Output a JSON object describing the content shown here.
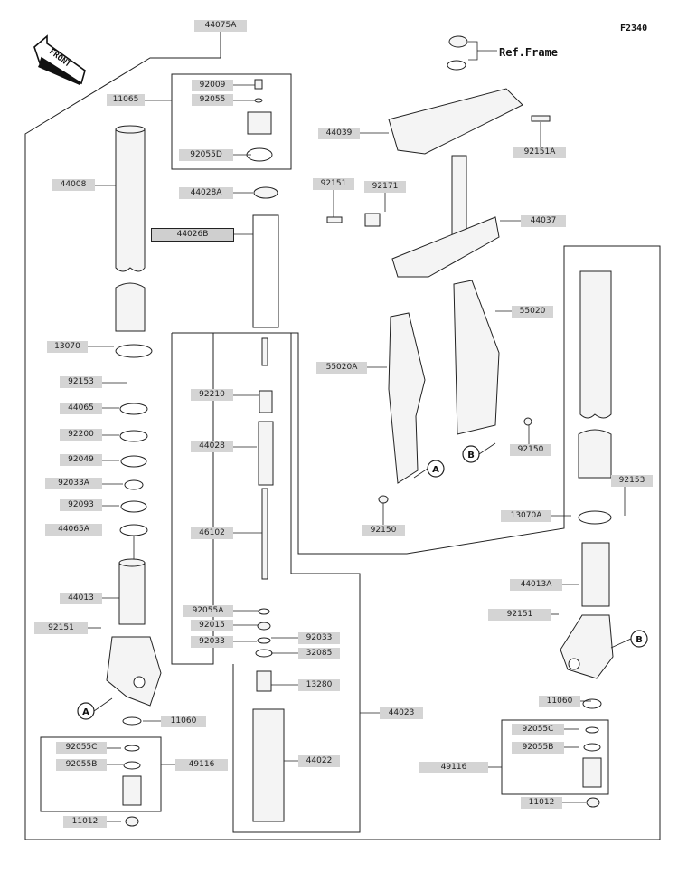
{
  "diagram_code": "F2340",
  "ref_frame": "Ref.Frame",
  "front_label": "FRONT",
  "markers": {
    "a": "A",
    "b": "B"
  },
  "parts": {
    "p44075A": "44075A",
    "p11065": "11065",
    "p92009": "92009",
    "p92055": "92055",
    "p92055D": "92055D",
    "p44008": "44008",
    "p44028A": "44028A",
    "p44026B": "44026B",
    "p13070": "13070",
    "p92153": "92153",
    "p44065": "44065",
    "p92200": "92200",
    "p92049": "92049",
    "p92033A": "92033A",
    "p92093": "92093",
    "p44065A": "44065A",
    "p44013": "44013",
    "p92151": "92151",
    "p11060": "11060",
    "p92055C": "92055C",
    "p92055B": "92055B",
    "p49116": "49116",
    "p11012": "11012",
    "p92210": "92210",
    "p44028": "44028",
    "p46102": "46102",
    "p92055A": "92055A",
    "p92015": "92015",
    "p92033": "92033",
    "p32085": "32085",
    "p13280": "13280",
    "p44023": "44023",
    "p44022": "44022",
    "p44039": "44039",
    "p92151A": "92151A",
    "p92171": "92171",
    "p44037": "44037",
    "p55020": "55020",
    "p55020A": "55020A",
    "p92150": "92150",
    "p13070A": "13070A",
    "p44013A": "44013A"
  }
}
